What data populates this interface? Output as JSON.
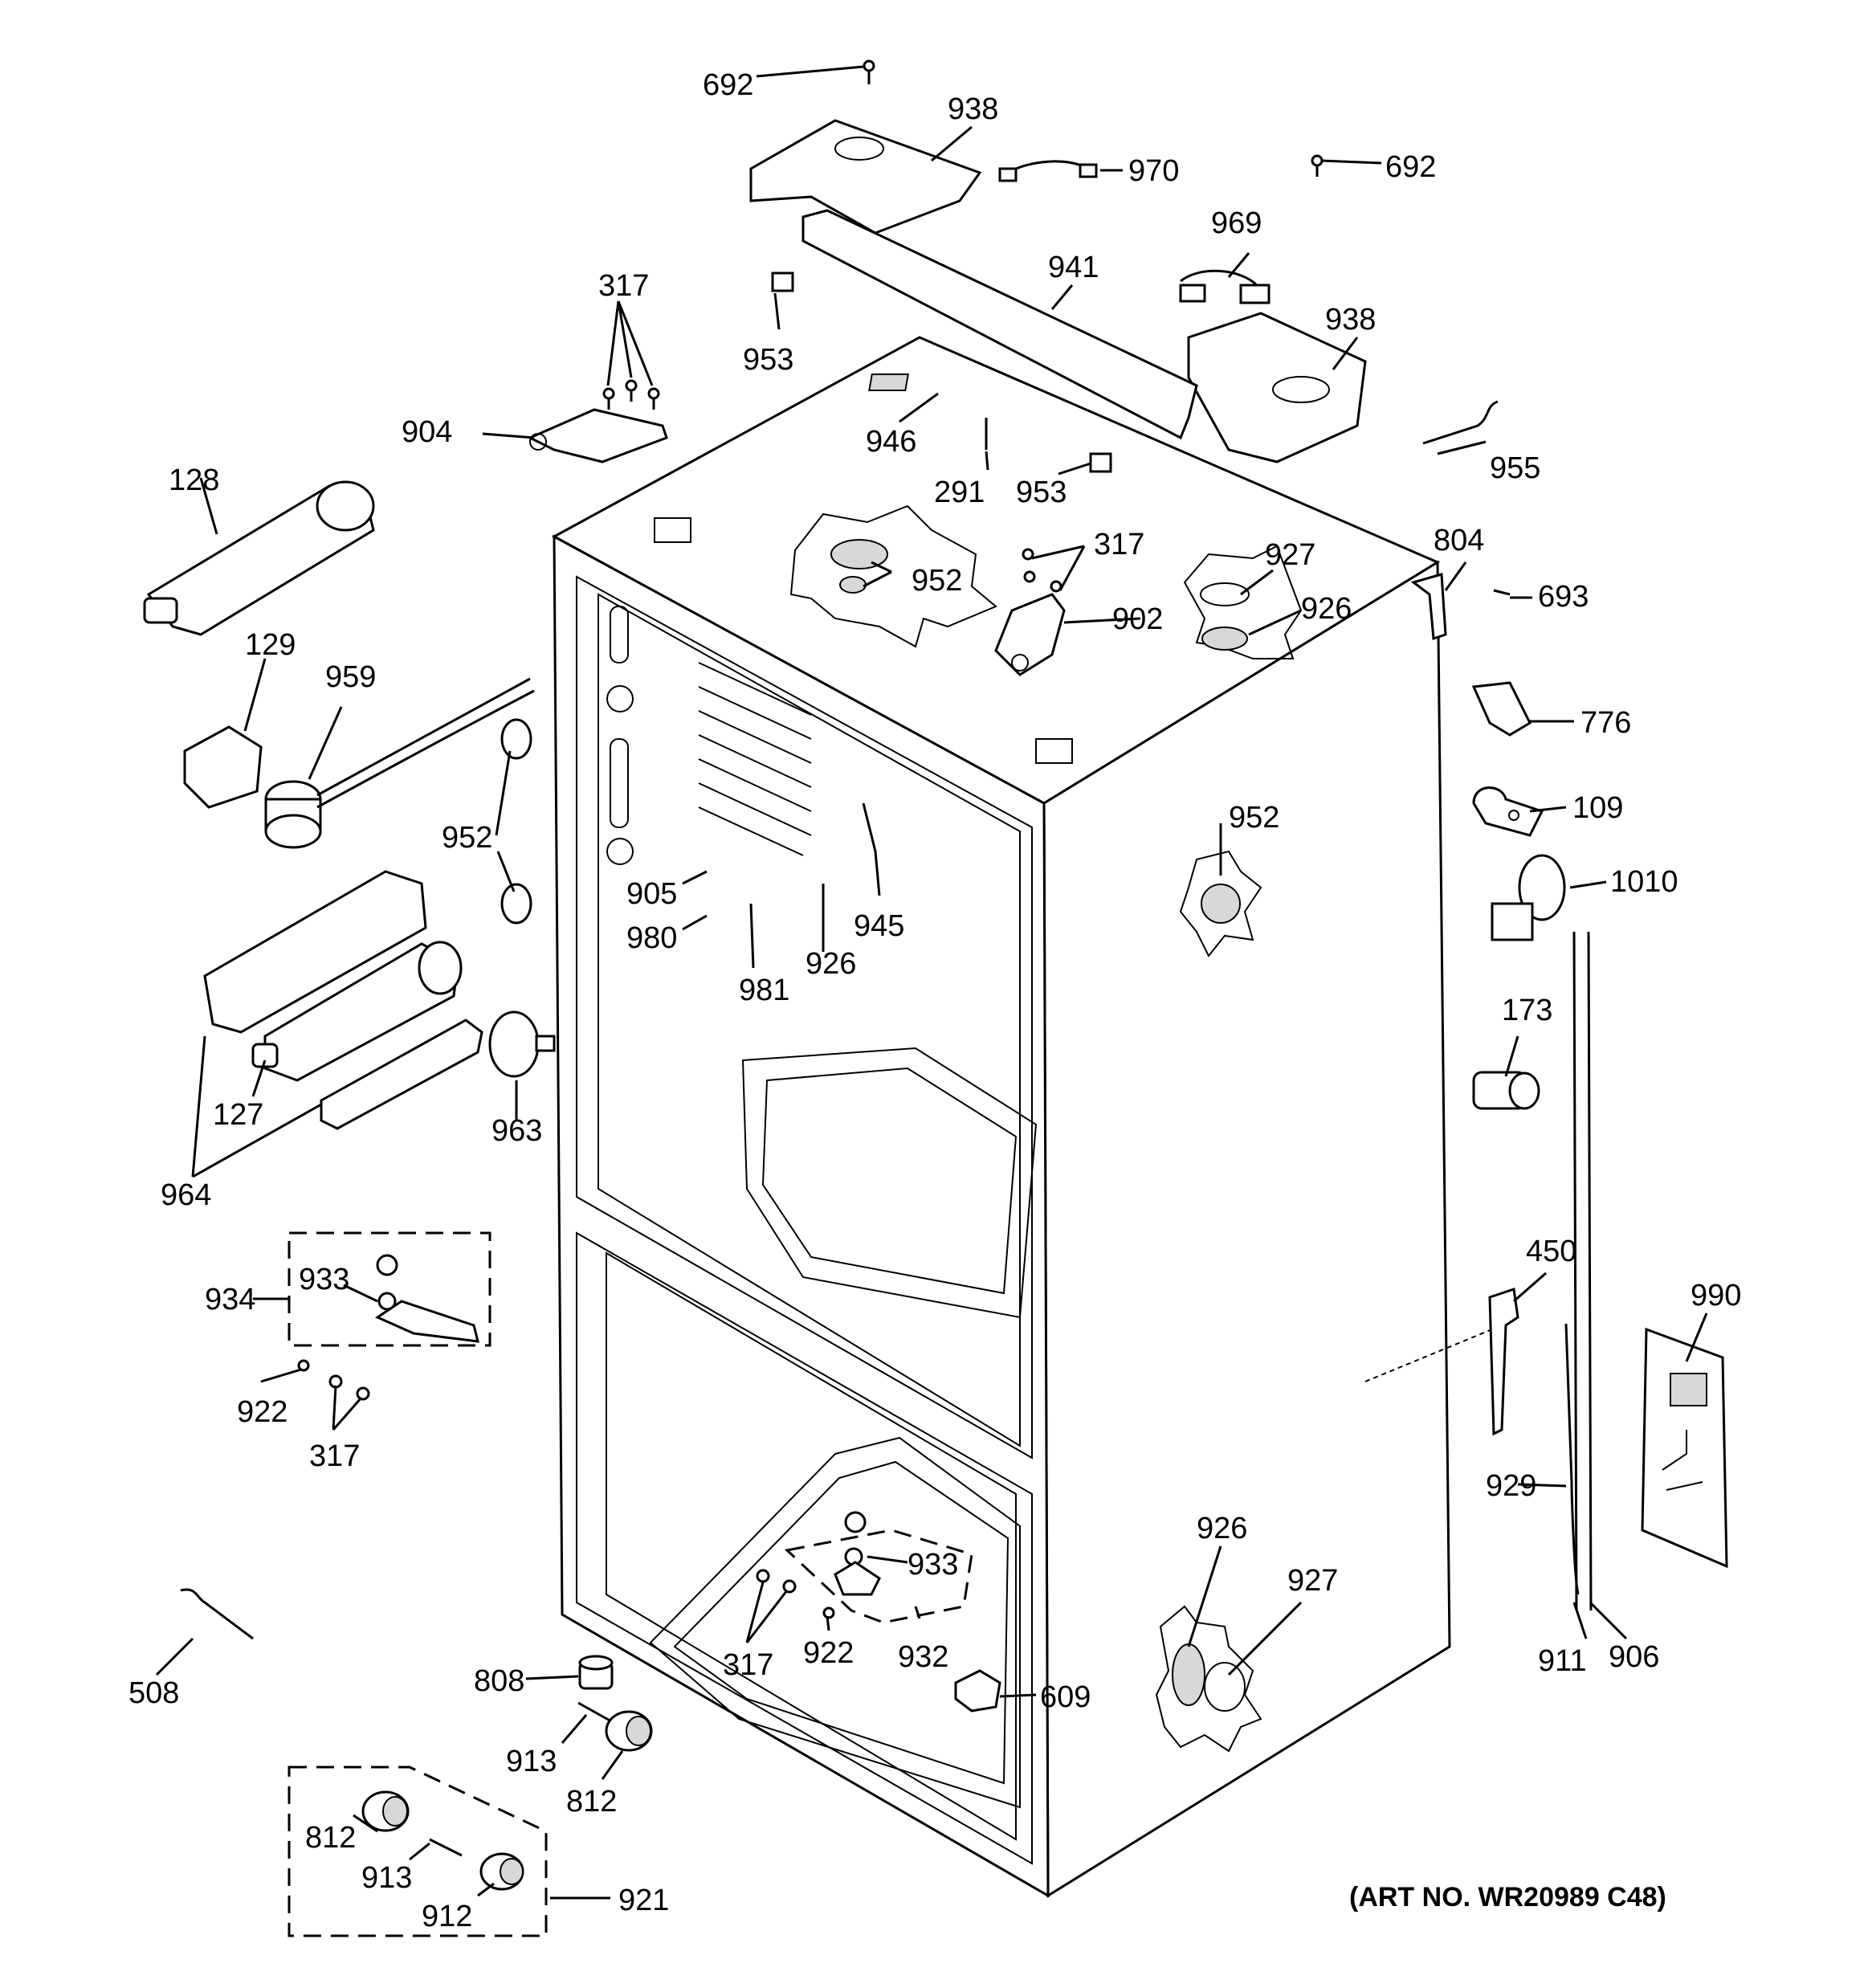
{
  "diagram": {
    "art_number": "(ART NO. WR20989 C48)",
    "callouts": [
      {
        "id": "c692a",
        "label": "692"
      },
      {
        "id": "c938a",
        "label": "938"
      },
      {
        "id": "c970",
        "label": "970"
      },
      {
        "id": "c692b",
        "label": "692"
      },
      {
        "id": "c969",
        "label": "969"
      },
      {
        "id": "c941",
        "label": "941"
      },
      {
        "id": "c938b",
        "label": "938"
      },
      {
        "id": "c317a",
        "label": "317"
      },
      {
        "id": "c953a",
        "label": "953"
      },
      {
        "id": "c904",
        "label": "904"
      },
      {
        "id": "c946",
        "label": "946"
      },
      {
        "id": "c291",
        "label": "291"
      },
      {
        "id": "c953b",
        "label": "953"
      },
      {
        "id": "c955",
        "label": "955"
      },
      {
        "id": "c128",
        "label": "128"
      },
      {
        "id": "c317b",
        "label": "317"
      },
      {
        "id": "c952a",
        "label": "952"
      },
      {
        "id": "c927a",
        "label": "927"
      },
      {
        "id": "c804",
        "label": "804"
      },
      {
        "id": "c693",
        "label": "693"
      },
      {
        "id": "c902",
        "label": "902"
      },
      {
        "id": "c926a",
        "label": "926"
      },
      {
        "id": "c129",
        "label": "129"
      },
      {
        "id": "c959",
        "label": "959"
      },
      {
        "id": "c776",
        "label": "776"
      },
      {
        "id": "c952b",
        "label": "952"
      },
      {
        "id": "c952c",
        "label": "952"
      },
      {
        "id": "c109",
        "label": "109"
      },
      {
        "id": "c1010",
        "label": "1010"
      },
      {
        "id": "c905",
        "label": "905"
      },
      {
        "id": "c945",
        "label": "945"
      },
      {
        "id": "c980",
        "label": "980"
      },
      {
        "id": "c981",
        "label": "981"
      },
      {
        "id": "c926b",
        "label": "926"
      },
      {
        "id": "c173",
        "label": "173"
      },
      {
        "id": "c127",
        "label": "127"
      },
      {
        "id": "c963",
        "label": "963"
      },
      {
        "id": "c964",
        "label": "964"
      },
      {
        "id": "c450",
        "label": "450"
      },
      {
        "id": "c990",
        "label": "990"
      },
      {
        "id": "c934",
        "label": "934"
      },
      {
        "id": "c933a",
        "label": "933"
      },
      {
        "id": "c922a",
        "label": "922"
      },
      {
        "id": "c317c",
        "label": "317"
      },
      {
        "id": "c929",
        "label": "929"
      },
      {
        "id": "c926c",
        "label": "926"
      },
      {
        "id": "c927b",
        "label": "927"
      },
      {
        "id": "c933b",
        "label": "933"
      },
      {
        "id": "c508",
        "label": "508"
      },
      {
        "id": "c317d",
        "label": "317"
      },
      {
        "id": "c922b",
        "label": "922"
      },
      {
        "id": "c932",
        "label": "932"
      },
      {
        "id": "c911",
        "label": "911"
      },
      {
        "id": "c906",
        "label": "906"
      },
      {
        "id": "c808",
        "label": "808"
      },
      {
        "id": "c609",
        "label": "609"
      },
      {
        "id": "c913a",
        "label": "913"
      },
      {
        "id": "c812a",
        "label": "812"
      },
      {
        "id": "c812b",
        "label": "812"
      },
      {
        "id": "c913b",
        "label": "913"
      },
      {
        "id": "c912",
        "label": "912"
      },
      {
        "id": "c921",
        "label": "921"
      }
    ]
  }
}
